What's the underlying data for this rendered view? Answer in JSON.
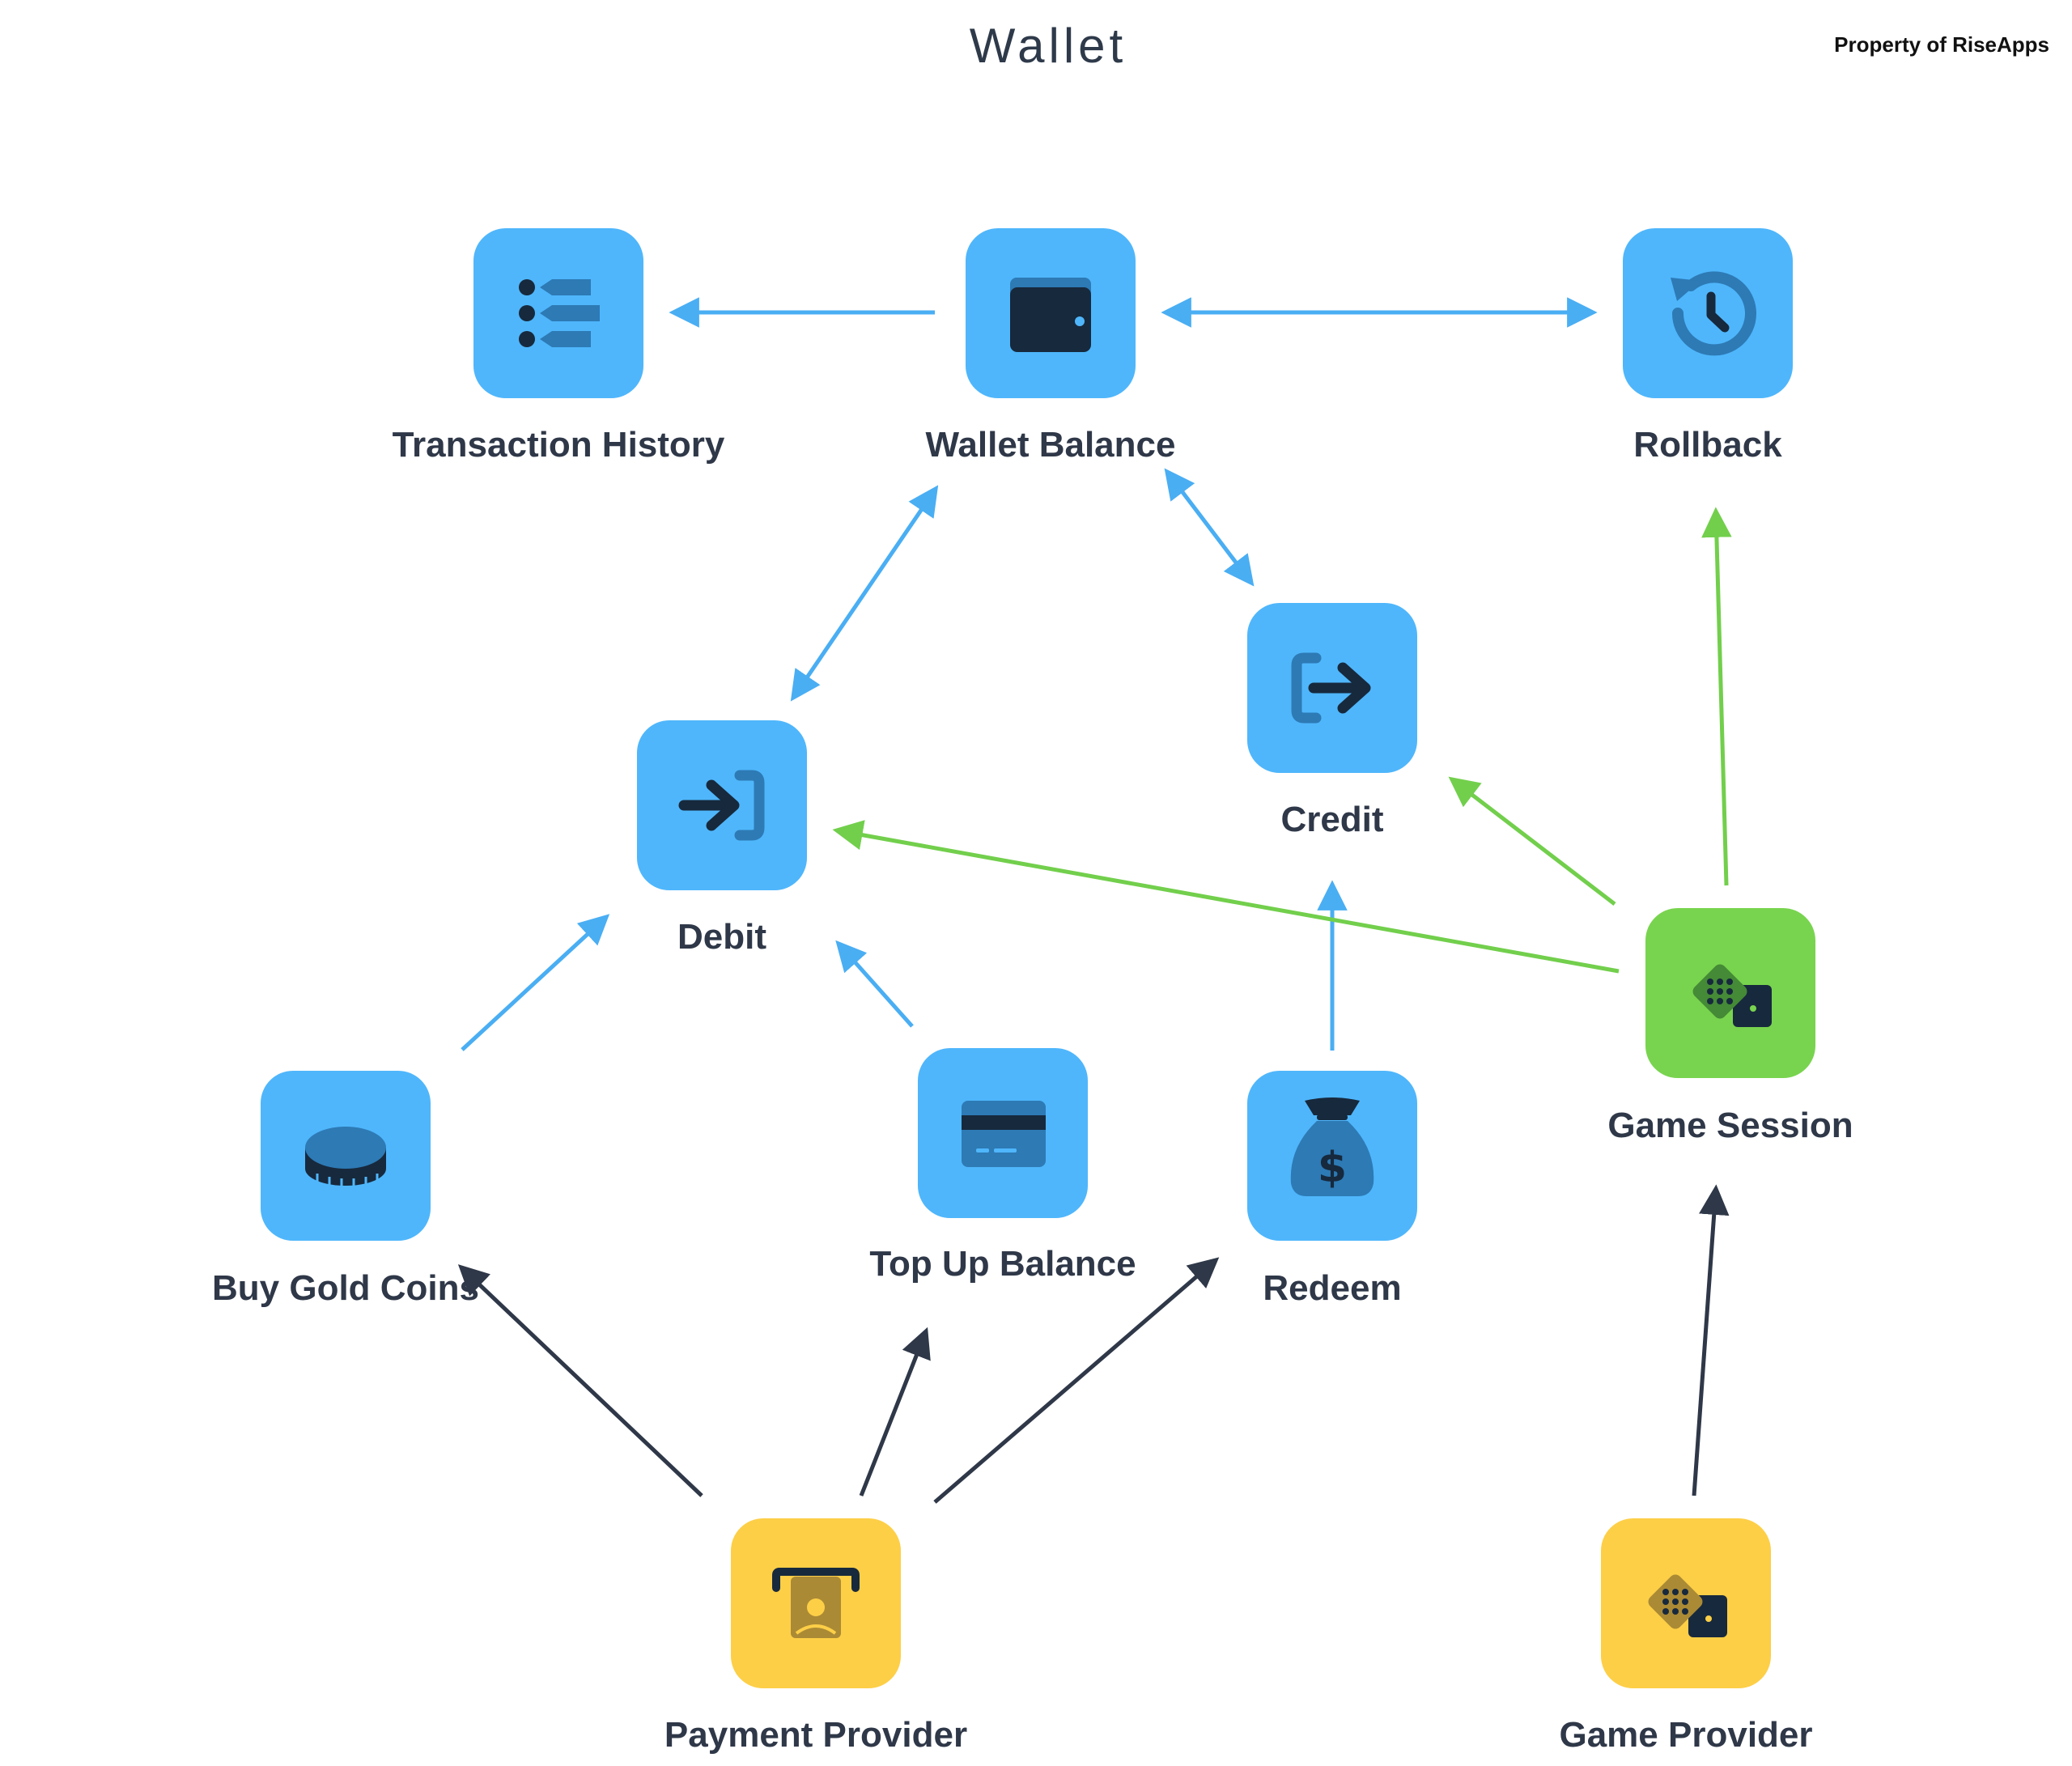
{
  "diagram": {
    "title": "Wallet",
    "owner_note": "Property of RiseApps",
    "colors": {
      "service": "#4fb6fb",
      "session": "#78d44e",
      "provider": "#fdcf47",
      "edge_service": "#4aaef3",
      "edge_session": "#72cf4c",
      "edge_provider": "#2f3848",
      "icon_dark": "#17293d",
      "icon_mid": "#2d7ab5"
    },
    "nodes": {
      "transaction_history": {
        "label": "Transaction History",
        "icon": "list-icon"
      },
      "wallet_balance": {
        "label": "Wallet Balance",
        "icon": "wallet-icon"
      },
      "rollback": {
        "label": "Rollback",
        "icon": "history-icon"
      },
      "credit": {
        "label": "Credit",
        "icon": "sign-out-icon"
      },
      "debit": {
        "label": "Debit",
        "icon": "sign-in-icon"
      },
      "game_session": {
        "label": "Game Session",
        "icon": "dice-icon"
      },
      "buy_gold_coins": {
        "label": "Buy Gold Coins",
        "icon": "coin-icon"
      },
      "top_up_balance": {
        "label": "Top Up Balance",
        "icon": "credit-card-icon"
      },
      "redeem": {
        "label": "Redeem",
        "icon": "money-bag-icon"
      },
      "payment_provider": {
        "label": "Payment Provider",
        "icon": "cash-icon"
      },
      "game_provider": {
        "label": "Game Provider",
        "icon": "dice-icon"
      }
    },
    "edges": [
      {
        "from": "wallet_balance",
        "to": "transaction_history",
        "type": "service",
        "bidirectional": false
      },
      {
        "from": "wallet_balance",
        "to": "rollback",
        "type": "service",
        "bidirectional": true
      },
      {
        "from": "wallet_balance",
        "to": "debit",
        "type": "service",
        "bidirectional": true
      },
      {
        "from": "wallet_balance",
        "to": "credit",
        "type": "service",
        "bidirectional": true
      },
      {
        "from": "buy_gold_coins",
        "to": "debit",
        "type": "service",
        "bidirectional": false
      },
      {
        "from": "top_up_balance",
        "to": "debit",
        "type": "service",
        "bidirectional": false
      },
      {
        "from": "redeem",
        "to": "credit",
        "type": "service",
        "bidirectional": false
      },
      {
        "from": "game_session",
        "to": "debit",
        "type": "session",
        "bidirectional": false
      },
      {
        "from": "game_session",
        "to": "credit",
        "type": "session",
        "bidirectional": false
      },
      {
        "from": "game_session",
        "to": "rollback",
        "type": "session",
        "bidirectional": false
      },
      {
        "from": "payment_provider",
        "to": "buy_gold_coins",
        "type": "provider",
        "bidirectional": false
      },
      {
        "from": "payment_provider",
        "to": "top_up_balance",
        "type": "provider",
        "bidirectional": false
      },
      {
        "from": "payment_provider",
        "to": "redeem",
        "type": "provider",
        "bidirectional": false
      },
      {
        "from": "game_provider",
        "to": "game_session",
        "type": "provider",
        "bidirectional": false
      }
    ]
  }
}
